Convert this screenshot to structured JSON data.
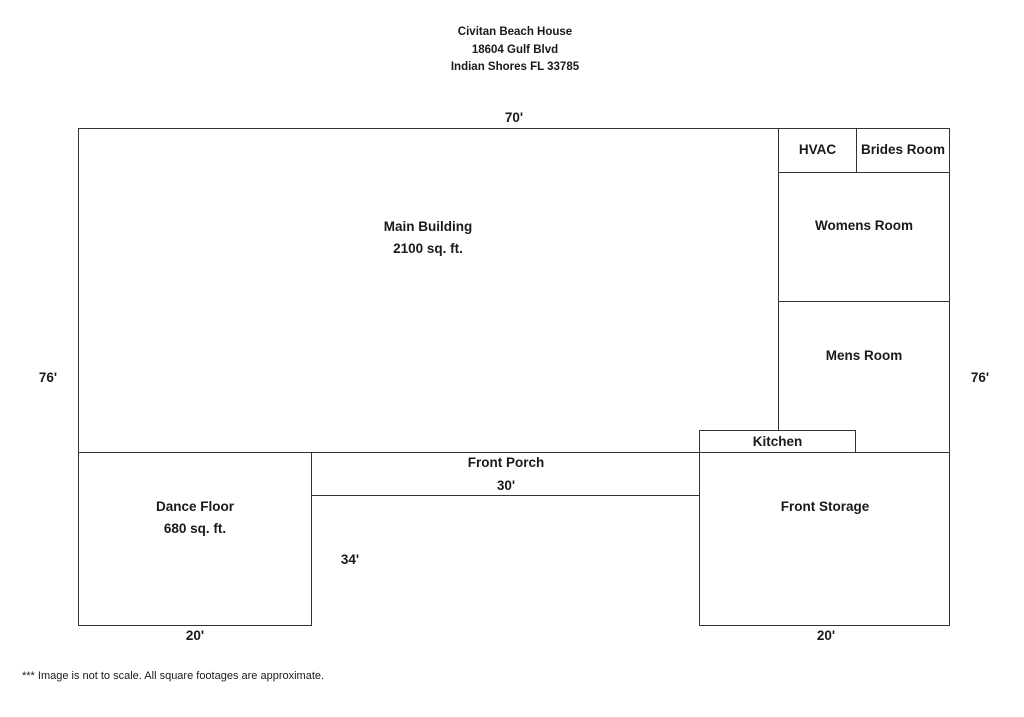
{
  "header": {
    "name": "Civitan Beach House",
    "street": "18604 Gulf Blvd",
    "city": "Indian Shores FL 33785"
  },
  "dimensions": {
    "top_width": "70'",
    "left_height": "76'",
    "right_height": "76'",
    "porch_depth": "34'",
    "dance_floor_width": "20'",
    "storage_width": "20'"
  },
  "rooms": {
    "main_building": {
      "name": "Main Building",
      "area": "2100 sq. ft."
    },
    "hvac": {
      "name": "HVAC"
    },
    "brides_room": {
      "name": "Brides Room"
    },
    "womens_room": {
      "name": "Womens Room"
    },
    "mens_room": {
      "name": "Mens Room"
    },
    "kitchen": {
      "name": "Kitchen"
    },
    "front_porch": {
      "name": "Front Porch",
      "width": "30'"
    },
    "dance_floor": {
      "name": "Dance Floor",
      "area": "680 sq. ft."
    },
    "front_storage": {
      "name": "Front Storage"
    }
  },
  "footnote": "*** Image is not to scale.  All square footages are approximate."
}
